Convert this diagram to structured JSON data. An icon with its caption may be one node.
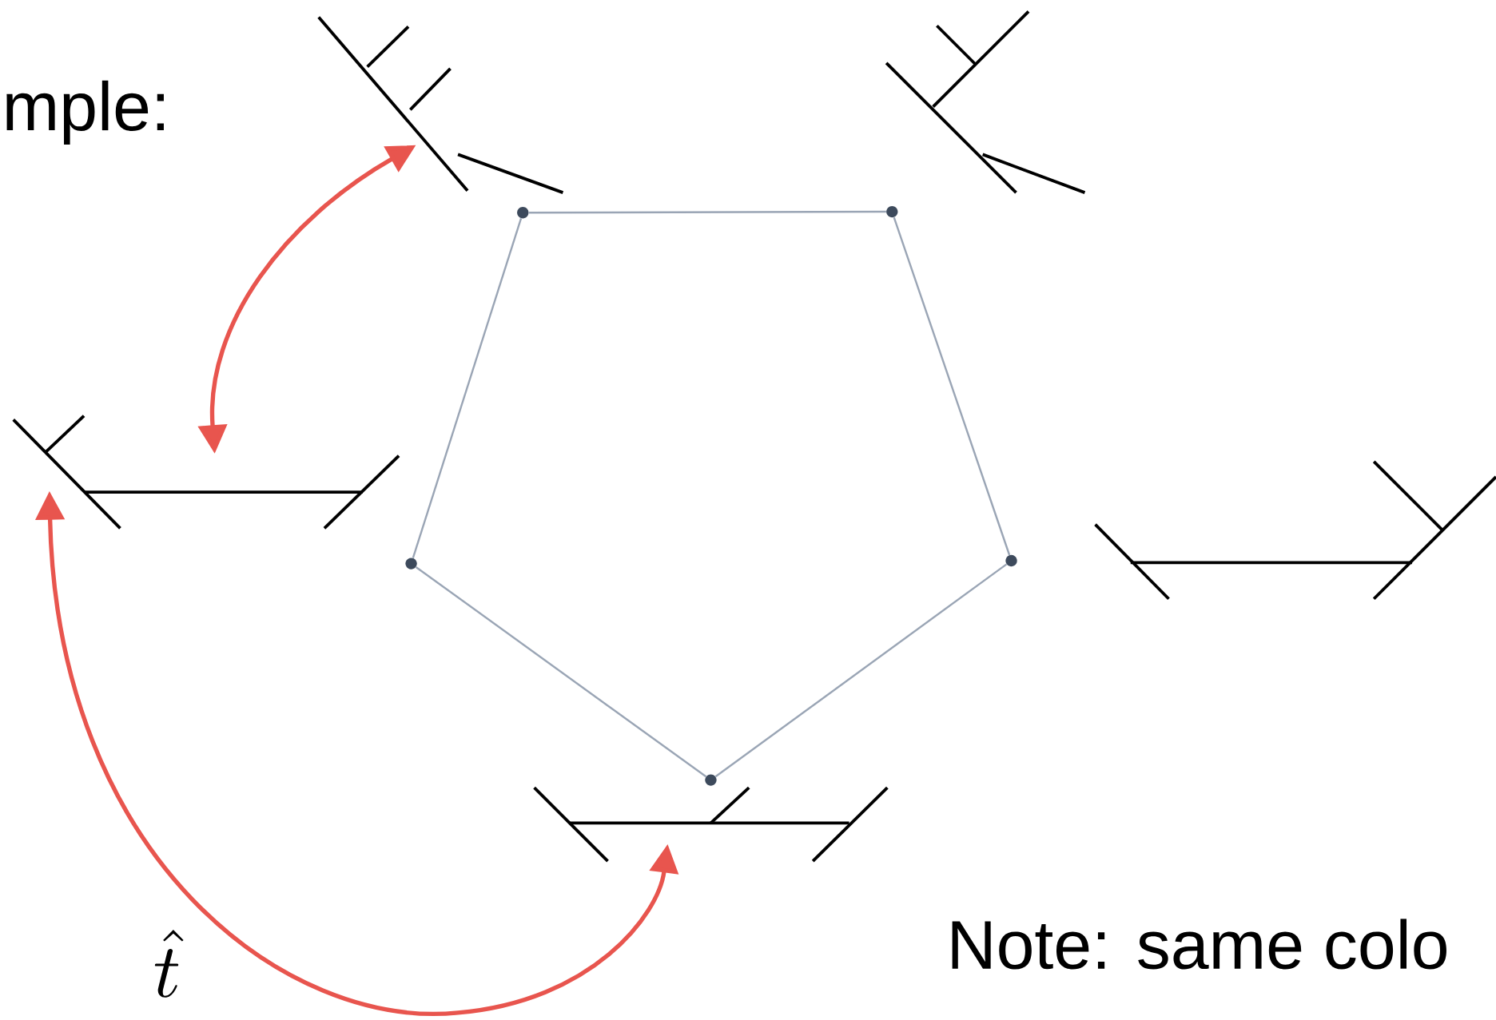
{
  "diagram": {
    "nodes": [
      {
        "text": [],
        "shape": "picture"
      },
      {
        "text": [],
        "shape": "picture"
      },
      {
        "text": [],
        "shape": "picture"
      },
      {
        "text": [],
        "shape": "picture"
      },
      {
        "text": [],
        "shape": "picture"
      },
      {
        "text": [],
        "shape": "circle"
      },
      {
        "text": [],
        "shape": "circle"
      },
      {
        "text": [],
        "shape": "circle"
      },
      {
        "text": [],
        "shape": "circle"
      },
      {
        "text": [],
        "shape": "circle"
      }
    ],
    "edges": [
      {
        "from": 5,
        "to": 6,
        "arrow": "none"
      },
      {
        "from": 6,
        "to": 7,
        "arrow": "none"
      },
      {
        "from": 7,
        "to": 8,
        "arrow": "none"
      },
      {
        "from": 8,
        "to": 9,
        "arrow": "none"
      },
      {
        "from": 9,
        "to": 5,
        "arrow": "none"
      },
      {
        "from": 0,
        "to": 2,
        "arrow": "both",
        "style": "thick",
        "color": "#e8554e"
      },
      {
        "from": 2,
        "to": 4,
        "arrow": "both",
        "style": "thick",
        "color": "#e8554e"
      }
    ],
    "labels": [
      "mple:",
      "Note: same colo",
      "\\hat{t}"
    ]
  }
}
